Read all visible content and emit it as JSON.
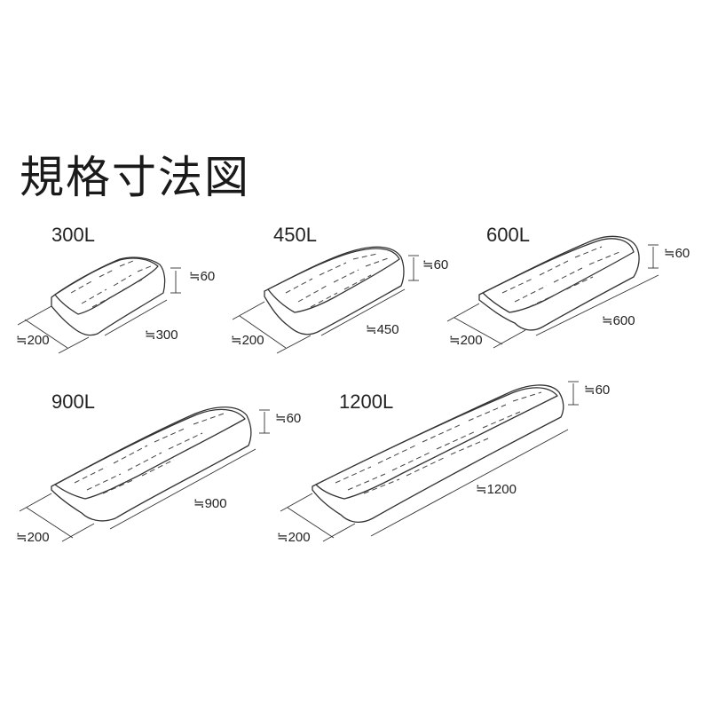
{
  "title": "規格寸法図",
  "approx_symbol": "≒",
  "products": [
    {
      "model": "300L",
      "width": "200",
      "length": "300",
      "height": "60"
    },
    {
      "model": "450L",
      "width": "200",
      "length": "450",
      "height": "60"
    },
    {
      "model": "600L",
      "width": "200",
      "length": "600",
      "height": "60"
    },
    {
      "model": "900L",
      "width": "200",
      "length": "900",
      "height": "60"
    },
    {
      "model": "1200L",
      "width": "200",
      "length": "1200",
      "height": "60"
    }
  ]
}
